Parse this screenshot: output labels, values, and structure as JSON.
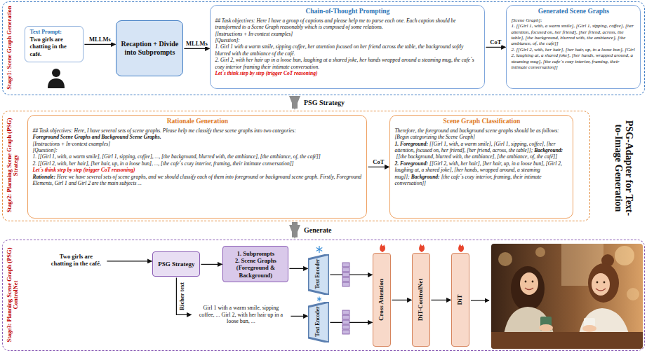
{
  "diagram": {
    "title": "PSG-Adapter for Text-to-Image Generation",
    "nodes": [
      {
        "text": [
          "Stage1: Scene Graph Generation"
        ]
      },
      {
        "text": [
          "Text Prompt:",
          "Two girls are chatting in the café."
        ],
        "in": 0
      },
      {
        "text": [
          "Recaption + Divide into Subprompts"
        ],
        "in": 0
      },
      {
        "text": [
          "Chain-of-Thought Prompting",
          "## Task objectives: Here I have a group of captions and please help me to parse each one. Each caption should be transformed to a Scene Graph reasonably which is composed of some relations.",
          "[Instructions + In-context examples]",
          "[Question]:",
          "1. Girl 1 with a warm smile, sipping coffee, her attention focused on her friend across the table, the background softly blurred with the ambiance of the café.",
          "2. Girl 2, with her hair up in a loose bun, laughing at a shared joke, her hands wrapped around a steaming mug, the cafe´s cozy interior framing their intimate conversation.",
          "Let´s think step by step (trigger CoT reasoning)"
        ],
        "in": 0
      },
      {
        "text": [
          "Generated Scene Graphs",
          "[Scene Graph]:",
          "1. [[Girl 1, with, a warm smile], [Girl 1, sipping, coffee], [her attention, focused on, her friend], [her friend, across, the table], [the background, blurred with, the ambiance], [the ambiance, of, the café]]",
          "2. [[Girl 2, with, her hair], [her hair, up, in a loose bun], [Girl 2, laughing at, a shared joke], [her hands, wrapped around, a steaming mug], [the cafe´s cozy interior, framing, their intimate conversation]]"
        ],
        "in": 0
      },
      {
        "text": [
          "Stage2: Planning Scene Graph (PSG) Strategy"
        ]
      },
      {
        "text": [
          "Rationale Generation",
          "## Task objectives: Here, I have several sets of scene graphs. Please help me classify these scene graphs into two categories:",
          "Foreground Scene Graphs and Background Scene Graphs.",
          "[Instructions + In-context examples]",
          "[Question]:",
          "1. [[Girl 1, with, a warm smile], [Girl 1, sipping, coffee], ..., [the background, blurred with, the ambiance], [the ambiance, of, the café]]",
          "2. [[Girl 2, with, her hair], [her hair, up, in a loose bun], ..., [the cafe´s cozy interior, framing, their intimate conversation]]",
          "Let´s think step by step (trigger CoT reasoning)",
          "Rationale:",
          "Here we have several sets of scene graphs, and we should classify each of them into foreground or background scene graph. Firstly, Foreground Elements, Girl 1 and Girl 2 are the main subjects ..."
        ],
        "in": 5
      },
      {
        "text": [
          "Scene Graph Classification",
          "Therefore, the foreground and background scene graphs should be as follows:",
          "[Begin categorizing the Scene Graph]",
          "1. Foreground:",
          "[[Girl 1, with, a warm smile], [Girl 1, sipping, coffee], [her attention, focused on, her friend], [her friend, across, the table]];",
          "Background:",
          "[[the background, blurred with, the ambiance], [the ambiance, of, the café]]",
          "2. Foreground:",
          "[[Girl 2, with, her hair], [her hair, up, in a loose bun], [Girl 2, laughing at, a shared joke], [her hands, wrapped around, a steaming mug]];",
          "Background:",
          "[the cafe´s cozy interior, framing, their intimate conversation]]"
        ],
        "in": 5
      },
      {
        "text": [
          "Stage3: Planning Scene Graph (PSG) ControlNet"
        ]
      },
      {
        "text": [
          "Two girls are chatting in the café."
        ],
        "in": 8
      },
      {
        "text": [
          "PSG Strategy"
        ],
        "in": 8
      },
      {
        "text": [
          "1. Subprompts",
          "2. Scene Graphs (Foreground & Background)"
        ],
        "in": 8
      },
      {
        "text": [
          "Text Encoder"
        ],
        "in": 8
      },
      {
        "text": [
          "Girl 1 with a warm smile, sipping coffee, ... Girl 2, with her hair up in a loose bun, ..."
        ],
        "in": 8
      },
      {
        "text": [
          "Text Encoder"
        ],
        "in": 8
      },
      {
        "text": [
          "Cross Attention"
        ],
        "in": 8
      },
      {
        "text": [
          "DiT-ControlNet"
        ],
        "in": 8
      },
      {
        "text": [
          "DiT"
        ],
        "in": 8
      }
    ],
    "edges": [
      {
        "from": 1,
        "to": 2,
        "arrow": "to",
        "label": "MLLMs"
      },
      {
        "from": 2,
        "to": 3,
        "arrow": "to",
        "label": "MLLMs"
      },
      {
        "from": 3,
        "to": 4,
        "arrow": "to",
        "label": "CoT"
      },
      {
        "from": 0,
        "to": 5,
        "arrow": "to",
        "label": "PSG Strategy"
      },
      {
        "from": 6,
        "to": 7,
        "arrow": "to",
        "label": "CoT"
      },
      {
        "from": 5,
        "to": 8,
        "arrow": "to",
        "label": "Generate"
      },
      {
        "from": 9,
        "to": 10,
        "arrow": "to"
      },
      {
        "from": 10,
        "to": 11,
        "arrow": "to"
      },
      {
        "from": 11,
        "to": 12,
        "arrow": "to"
      },
      {
        "from": 10,
        "to": 13,
        "arrow": "to",
        "label": "Richer text"
      },
      {
        "from": 13,
        "to": 14,
        "arrow": "to"
      },
      {
        "from": 12,
        "to": 15,
        "arrow": "to"
      },
      {
        "from": 14,
        "to": 15,
        "arrow": "to"
      },
      {
        "from": 15,
        "to": 16,
        "arrow": "to"
      },
      {
        "from": 16,
        "to": 17,
        "arrow": "to"
      }
    ]
  }
}
